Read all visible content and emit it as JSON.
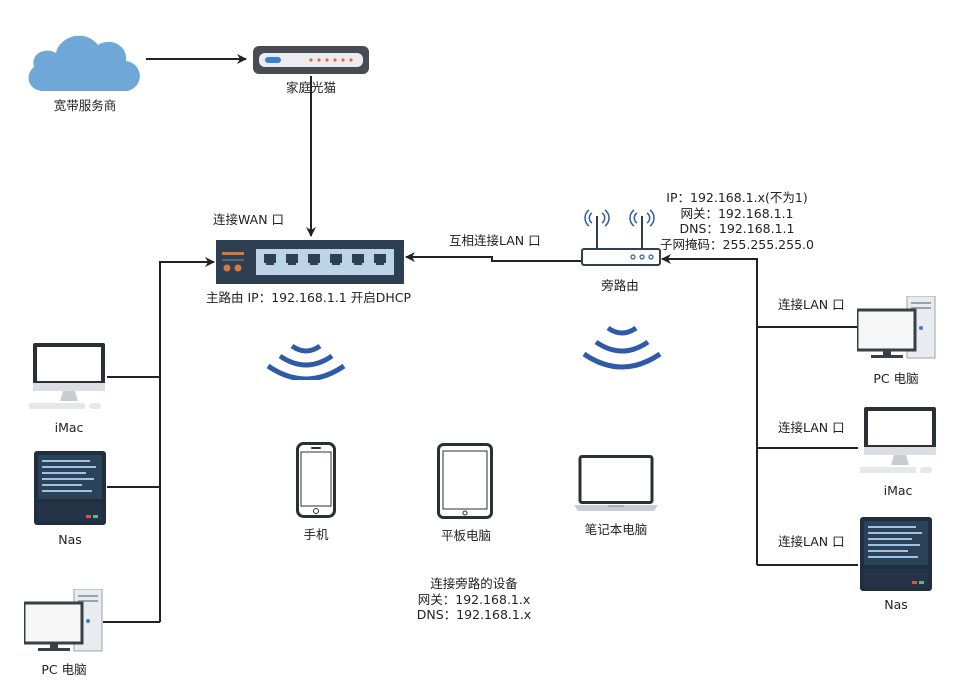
{
  "nodes": {
    "isp": "宽带服务商",
    "modem": "家庭光猫",
    "main_router_desc": "主路由 IP：192.168.1.1 开启DHCP",
    "side_router": "旁路由",
    "left_imac": "iMac",
    "left_nas": "Nas",
    "left_pc": "PC 电脑",
    "right_pc": "PC 电脑",
    "right_imac": "iMac",
    "right_nas": "Nas",
    "phone": "手机",
    "tablet": "平板电脑",
    "laptop": "笔记本电脑"
  },
  "edges": {
    "wan": "连接WAN 口",
    "mutual_lan": "互相连接LAN 口",
    "lan_pc": "连接LAN 口",
    "lan_imac": "连接LAN 口",
    "lan_nas": "连接LAN 口"
  },
  "side_router_config": [
    "IP：192.168.1.x(不为1)",
    "网关：192.168.1.1",
    "DNS：192.168.1.1",
    "子网掩码：255.255.255.0"
  ],
  "device_config": {
    "title": "连接旁路的设备",
    "gateway": "网关：192.168.1.x",
    "dns": "DNS：192.168.1.x"
  },
  "colors": {
    "cloud": "#6fa8d6",
    "router_body": "#2f3f52",
    "port_panel": "#bcd3e8",
    "wifi": "#2f5aa8",
    "nas_body": "#1f2f40",
    "line": "#222222"
  }
}
